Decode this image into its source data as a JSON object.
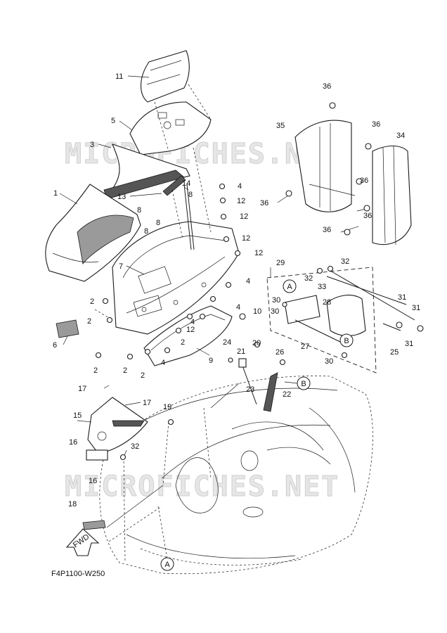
{
  "watermark": {
    "top": "MICROFICHES.NET",
    "bottom": "MICROFICHES.NET"
  },
  "diagram_code": "F4P1100-W250",
  "fwd_label": "FWD",
  "callouts": {
    "A": "A",
    "B": "B"
  },
  "part_labels": [
    {
      "id": "p1",
      "num": "1"
    },
    {
      "id": "p2a",
      "num": "2"
    },
    {
      "id": "p2b",
      "num": "2"
    },
    {
      "id": "p2c",
      "num": "2"
    },
    {
      "id": "p2d",
      "num": "2"
    },
    {
      "id": "p2e",
      "num": "2"
    },
    {
      "id": "p2f",
      "num": "2"
    },
    {
      "id": "p3",
      "num": "3"
    },
    {
      "id": "p4a",
      "num": "4"
    },
    {
      "id": "p4b",
      "num": "4"
    },
    {
      "id": "p4c",
      "num": "4"
    },
    {
      "id": "p4d",
      "num": "4"
    },
    {
      "id": "p4e",
      "num": "4"
    },
    {
      "id": "p5",
      "num": "5"
    },
    {
      "id": "p6",
      "num": "6"
    },
    {
      "id": "p7",
      "num": "7"
    },
    {
      "id": "p8a",
      "num": "8"
    },
    {
      "id": "p8b",
      "num": "8"
    },
    {
      "id": "p8c",
      "num": "8"
    },
    {
      "id": "p8d",
      "num": "8"
    },
    {
      "id": "p9",
      "num": "9"
    },
    {
      "id": "p10",
      "num": "10"
    },
    {
      "id": "p11",
      "num": "11"
    },
    {
      "id": "p12a",
      "num": "12"
    },
    {
      "id": "p12b",
      "num": "12"
    },
    {
      "id": "p12c",
      "num": "12"
    },
    {
      "id": "p12d",
      "num": "12"
    },
    {
      "id": "p12e",
      "num": "12"
    },
    {
      "id": "p13",
      "num": "13"
    },
    {
      "id": "p14",
      "num": "14"
    },
    {
      "id": "p15",
      "num": "15"
    },
    {
      "id": "p16a",
      "num": "16"
    },
    {
      "id": "p16b",
      "num": "16"
    },
    {
      "id": "p17a",
      "num": "17"
    },
    {
      "id": "p17b",
      "num": "17"
    },
    {
      "id": "p18",
      "num": "18"
    },
    {
      "id": "p19",
      "num": "19"
    },
    {
      "id": "p20",
      "num": "20"
    },
    {
      "id": "p21",
      "num": "21"
    },
    {
      "id": "p22",
      "num": "22"
    },
    {
      "id": "p23",
      "num": "23"
    },
    {
      "id": "p24",
      "num": "24"
    },
    {
      "id": "p25",
      "num": "25"
    },
    {
      "id": "p26",
      "num": "26"
    },
    {
      "id": "p27",
      "num": "27"
    },
    {
      "id": "p28",
      "num": "28"
    },
    {
      "id": "p29",
      "num": "29"
    },
    {
      "id": "p30a",
      "num": "30"
    },
    {
      "id": "p30b",
      "num": "30"
    },
    {
      "id": "p30c",
      "num": "30"
    },
    {
      "id": "p31a",
      "num": "31"
    },
    {
      "id": "p31b",
      "num": "31"
    },
    {
      "id": "p31c",
      "num": "31"
    },
    {
      "id": "p32a",
      "num": "32"
    },
    {
      "id": "p32b",
      "num": "32"
    },
    {
      "id": "p32c",
      "num": "32"
    },
    {
      "id": "p33",
      "num": "33"
    },
    {
      "id": "p34",
      "num": "34"
    },
    {
      "id": "p35",
      "num": "35"
    },
    {
      "id": "p36a",
      "num": "36"
    },
    {
      "id": "p36b",
      "num": "36"
    },
    {
      "id": "p36c",
      "num": "36"
    },
    {
      "id": "p36d",
      "num": "36"
    },
    {
      "id": "p36e",
      "num": "36"
    },
    {
      "id": "p36f",
      "num": "36"
    }
  ]
}
